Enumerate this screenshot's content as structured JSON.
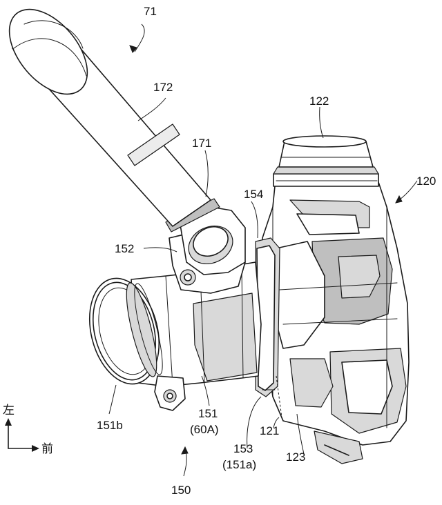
{
  "labels": {
    "l71": "71",
    "l172": "172",
    "l122": "122",
    "l171": "171",
    "l120": "120",
    "l154": "154",
    "l152": "152",
    "l151": "151",
    "l151_sub": "(60A)",
    "l151b": "151b",
    "l153": "153",
    "l153_sub": "(151a)",
    "l121": "121",
    "l123": "123",
    "l150": "150"
  },
  "direction": {
    "left": "左",
    "front": "前"
  }
}
